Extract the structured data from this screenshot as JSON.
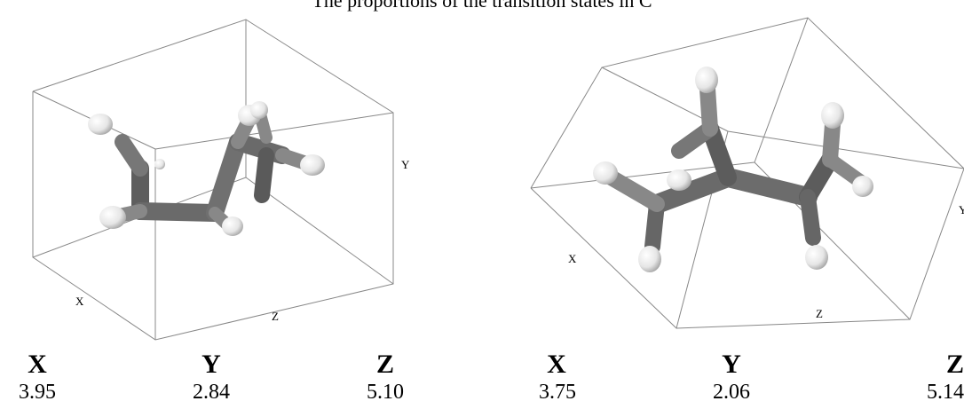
{
  "title": "The proportions of the transition states in C",
  "panels": [
    {
      "axis_labels": {
        "x": "X",
        "y": "Y",
        "z": "Z"
      },
      "dimensions": [
        {
          "label": "X",
          "value": "3.95"
        },
        {
          "label": "Y",
          "value": "2.84"
        },
        {
          "label": "Z",
          "value": "5.10"
        }
      ]
    },
    {
      "axis_labels": {
        "x": "X",
        "y": "Y",
        "z": "Z"
      },
      "dimensions": [
        {
          "label": "X",
          "value": "3.75"
        },
        {
          "label": "Y",
          "value": "2.06"
        },
        {
          "label": "Z",
          "value": "5.14"
        }
      ]
    }
  ]
}
